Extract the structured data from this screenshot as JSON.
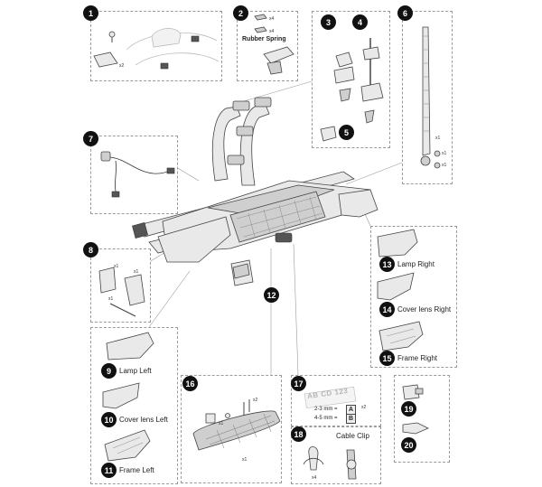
{
  "parts": [
    {
      "num": "1",
      "label": ""
    },
    {
      "num": "2",
      "label": "Rubber Spring"
    },
    {
      "num": "3",
      "label": ""
    },
    {
      "num": "4",
      "label": ""
    },
    {
      "num": "5",
      "label": ""
    },
    {
      "num": "6",
      "label": ""
    },
    {
      "num": "7",
      "label": ""
    },
    {
      "num": "8",
      "label": ""
    },
    {
      "num": "9",
      "label": "Lamp Left"
    },
    {
      "num": "10",
      "label": "Cover lens Left"
    },
    {
      "num": "11",
      "label": "Frame Left"
    },
    {
      "num": "12",
      "label": ""
    },
    {
      "num": "13",
      "label": "Lamp Right"
    },
    {
      "num": "14",
      "label": "Cover lens Right"
    },
    {
      "num": "15",
      "label": "Frame Right"
    },
    {
      "num": "16",
      "label": ""
    },
    {
      "num": "17",
      "label": ""
    },
    {
      "num": "18",
      "label": "Cable Clip"
    },
    {
      "num": "19",
      "label": ""
    },
    {
      "num": "20",
      "label": ""
    }
  ],
  "quantities": {
    "p1": "x2",
    "p2a": "x4",
    "p2b": "x4",
    "p6a": "x1",
    "p6b": "x1",
    "p6c": "x1",
    "p8a": "x1",
    "p8b": "x1",
    "p8c": "x1",
    "p16a": "x2",
    "p16b": "x1",
    "p16c": "x1",
    "p17": "x2",
    "p18": "x4"
  },
  "plate": {
    "text": "AB CD 123",
    "row_a": "2-3 mm =",
    "letter_a": "A",
    "row_b": "4-5 mm =",
    "letter_b": "B"
  }
}
